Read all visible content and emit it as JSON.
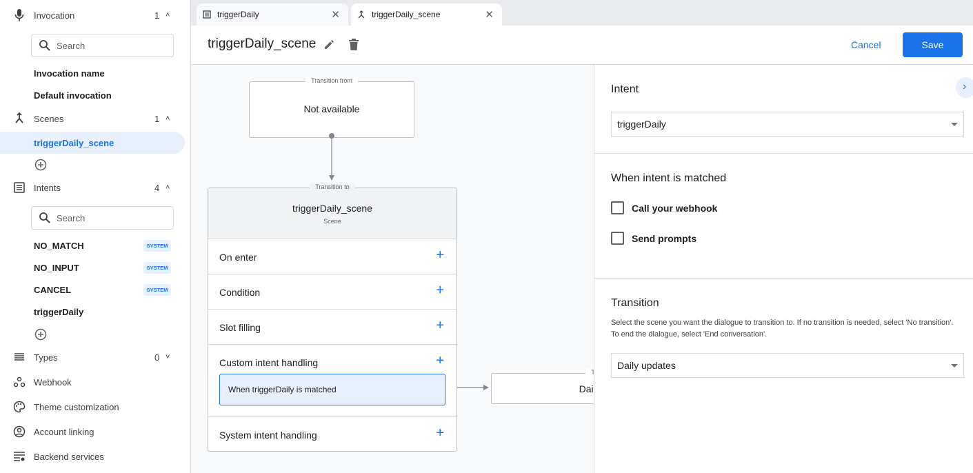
{
  "sidebar": {
    "invocation": {
      "label": "Invocation",
      "count": "1",
      "search_placeholder": "Search",
      "items": [
        "Invocation name",
        "Default invocation"
      ]
    },
    "scenes": {
      "label": "Scenes",
      "count": "1",
      "items": [
        "triggerDaily_scene"
      ]
    },
    "intents": {
      "label": "Intents",
      "count": "4",
      "search_placeholder": "Search",
      "items": [
        {
          "label": "NO_MATCH",
          "badge": "SYSTEM"
        },
        {
          "label": "NO_INPUT",
          "badge": "SYSTEM"
        },
        {
          "label": "CANCEL",
          "badge": "SYSTEM"
        },
        {
          "label": "triggerDaily",
          "badge": ""
        }
      ]
    },
    "types": {
      "label": "Types",
      "count": "0"
    },
    "webhook": "Webhook",
    "theme": "Theme customization",
    "account": "Account linking",
    "backend": "Backend services"
  },
  "tabs": [
    {
      "label": "triggerDaily",
      "icon": "intent-list-icon"
    },
    {
      "label": "triggerDaily_scene",
      "icon": "scene-merge-icon",
      "active": true
    }
  ],
  "header": {
    "title": "triggerDaily_scene",
    "cancel": "Cancel",
    "save": "Save"
  },
  "canvas": {
    "from": {
      "legend": "Transition from",
      "text": "Not available"
    },
    "scene": {
      "legend": "Transition to",
      "title": "triggerDaily_scene",
      "subtitle": "Scene",
      "rows": [
        "On enter",
        "Condition",
        "Slot filling",
        "Custom intent handling",
        "System intent handling"
      ],
      "selected_handler": "When triggerDaily is matched"
    },
    "dest": {
      "legend": "Transition to",
      "text": "Daily updates"
    }
  },
  "panel": {
    "intent_heading": "Intent",
    "intent_value": "triggerDaily",
    "matched_heading": "When intent is matched",
    "checkboxes": [
      {
        "label": "Call your webhook",
        "checked": false
      },
      {
        "label": "Send prompts",
        "checked": false
      }
    ],
    "transition_heading": "Transition",
    "transition_desc": "Select the scene you want the dialogue to transition to. If no transition is needed, select 'No transition'. To end the dialogue, select 'End conversation'.",
    "transition_value": "Daily updates"
  },
  "colors": {
    "accent": "#1a73e8",
    "selected_bg": "#e8f0fe"
  }
}
